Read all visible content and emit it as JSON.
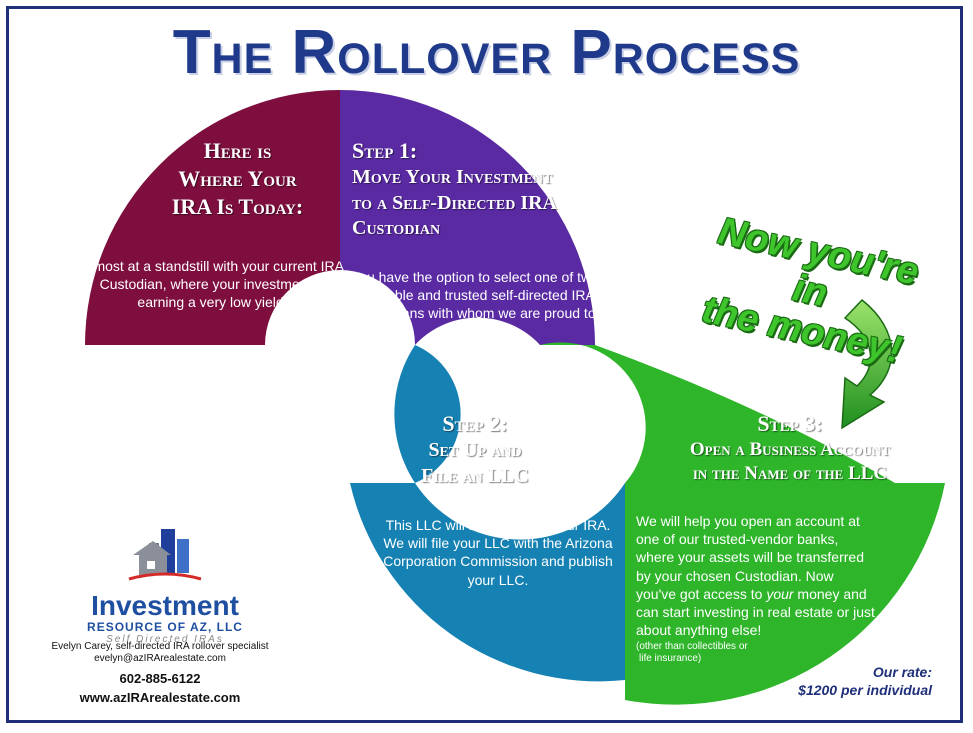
{
  "title": "The Rollover Process",
  "colors": {
    "today": "#7d0e3e",
    "step1": "#5a2aa3",
    "step2": "#1681b3",
    "step3": "#2eb52a",
    "title": "#1f3a8a",
    "frame": "#1f2f7a"
  },
  "sections": [
    {
      "heading": [
        "Here is",
        "Where Your",
        "IRA Is Today:"
      ],
      "body": "Almost at a standstill with your current IRA Custodian, where your investment is earning a very low yield."
    },
    {
      "heading": [
        "Step 1:",
        "Move Your Investment",
        "to a Self-Directed IRA",
        "Custodian"
      ],
      "body": "You have the option to select one of two reputable and trusted self-directed IRA Custodians with whom we are proud to work."
    },
    {
      "heading": [
        "Step 2:",
        "Set Up and",
        "File an LLC"
      ],
      "body": "This LLC will be owned by your IRA. We will file your LLC with the Arizona Corporation Commission and publish your LLC."
    },
    {
      "heading": [
        "Step 3:",
        "Open a Business Account",
        "in the Name of the LLC"
      ],
      "body_before": "We will help you open an account at one of our trusted-vendor banks, where your assets will be transferred by your chosen Custodian. Now you've got access to ",
      "body_emphasis": "your",
      "body_after": " money and can start investing in real estate or just about anything else!",
      "fine_print": [
        "(other than collectibles or",
        "life insurance)"
      ]
    }
  ],
  "callout": [
    "Now you're in",
    "the money!"
  ],
  "arrow_icon": "curved-arrow-down-icon",
  "logo": {
    "icon": "house-buildings-icon",
    "word": "Investment",
    "sub": "RESOURCE OF AZ, LLC",
    "tagline": "Self Directed IRAs"
  },
  "contact": {
    "line1": "Evelyn Carey, self-directed IRA rollover specialist",
    "email": "evelyn@azIRArealestate.com",
    "phone": "602-885-6122",
    "website": "www.azIRArealestate.com"
  },
  "rate": {
    "label": "Our rate:",
    "value": "$1200 per individual"
  }
}
